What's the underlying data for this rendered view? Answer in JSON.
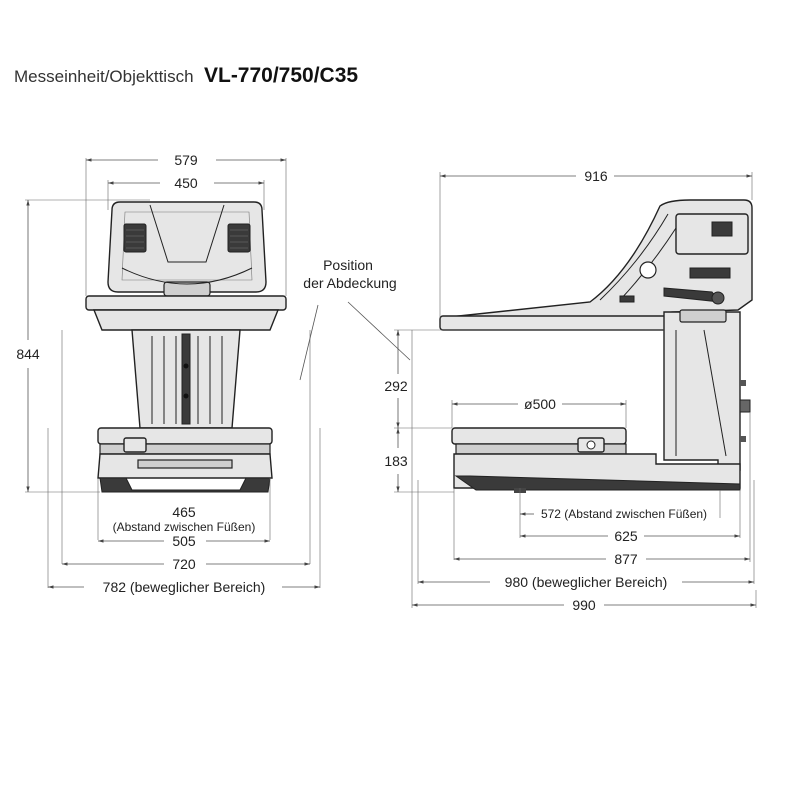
{
  "title": {
    "prefix": "Messeinheit/Objekttisch",
    "model": "VL-770/750/C35"
  },
  "front_view": {
    "width_outer": "579",
    "width_inner": "450",
    "height": "844",
    "feet_distance_value": "465",
    "feet_distance_label": "(Abstand zwischen Füßen)",
    "base_width": "505",
    "table_width": "720",
    "movable_range": "782 (beweglicher Bereich)"
  },
  "side_view": {
    "depth": "916",
    "cover_label_line1": "Position",
    "cover_label_line2": "der Abdeckung",
    "height_upper": "292",
    "height_lower": "183",
    "table_diameter": "ø500",
    "feet_distance": "572 (Abstand zwischen Füßen)",
    "dim_625": "625",
    "dim_877": "877",
    "movable_range": "980 (beweglicher Bereich)",
    "total_depth": "990"
  }
}
